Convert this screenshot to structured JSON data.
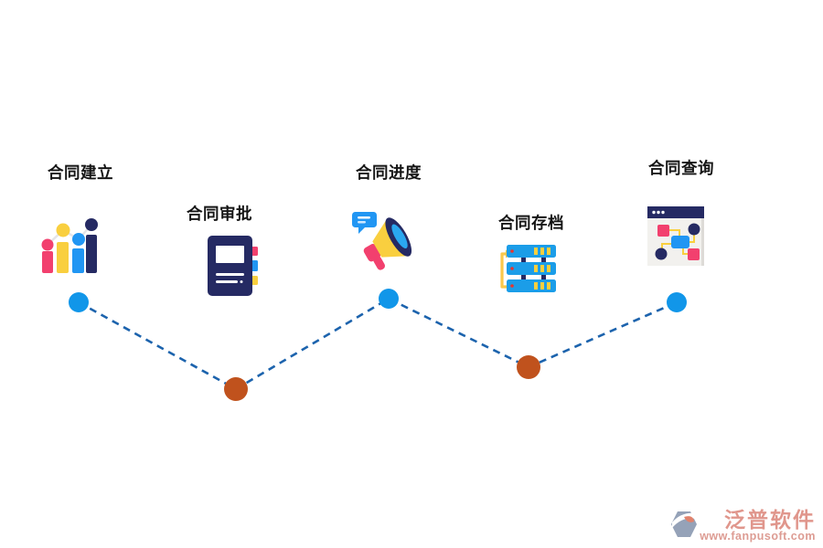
{
  "diagram": {
    "type": "process-flow",
    "description": "Contract management zigzag process flow with five steps",
    "steps": [
      {
        "label": "合同建立",
        "icon": "bar-chart-icon",
        "node": "blue",
        "node_color": "#1196e9"
      },
      {
        "label": "合同审批",
        "icon": "notebook-icon",
        "node": "orange",
        "node_color": "#c0521d"
      },
      {
        "label": "合同进度",
        "icon": "megaphone-icon",
        "node": "blue",
        "node_color": "#1196e9"
      },
      {
        "label": "合同存档",
        "icon": "server-stack-icon",
        "node": "orange",
        "node_color": "#c0521d"
      },
      {
        "label": "合同查询",
        "icon": "flowchart-window-icon",
        "node": "blue",
        "node_color": "#1196e9"
      }
    ],
    "connector": {
      "style": "dashed",
      "color": "#1c63ad"
    },
    "palette": {
      "pink": "#f2406e",
      "yellow": "#f9cf3f",
      "blue": "#2196f3",
      "navy": "#252a63",
      "orange_node": "#c0521d",
      "blue_node": "#1196e9"
    }
  },
  "watermark": {
    "brand": "泛普软件",
    "url": "www.fanpusoft.com",
    "color": "#e0968c"
  }
}
